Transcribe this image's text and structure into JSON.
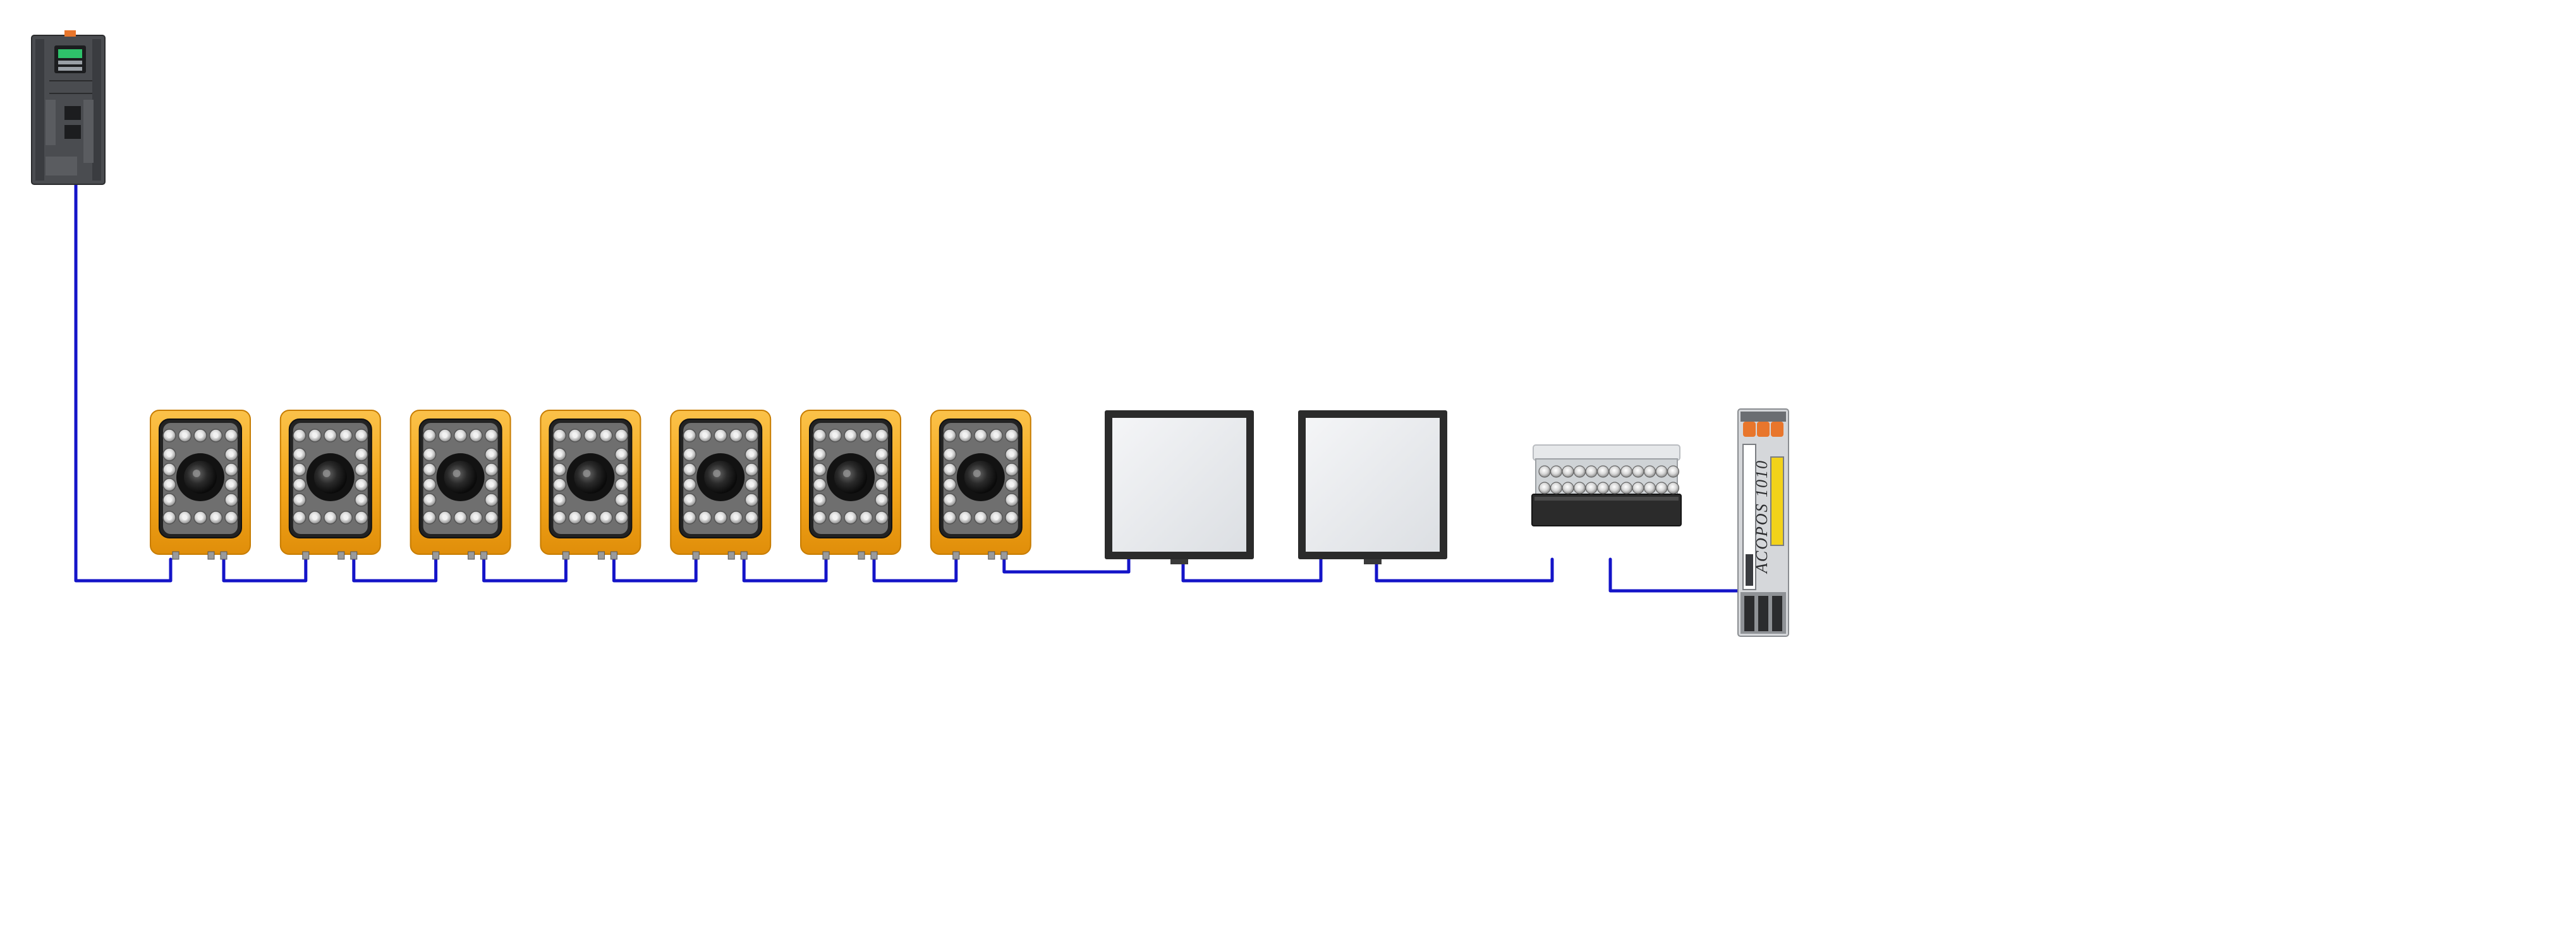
{
  "diagram": {
    "wire_color": "#1414c8",
    "camera_color": "#f5a81c",
    "panel_frame_color": "#2b2b2b",
    "panel_face_color": "#eceef0",
    "controller_body_color": "#4a4c50",
    "drive_accent_color": "#e8762c",
    "drive_label_color": "#f2d21a",
    "camera_count": 7,
    "backlight_count": 2,
    "devices": [
      {
        "kind": "controller",
        "icon": "ethernet-controller-icon",
        "count": 1
      },
      {
        "kind": "smart-camera",
        "icon": "smart-camera-icon",
        "count": 7
      },
      {
        "kind": "backlight-panel",
        "icon": "backlight-panel-icon",
        "count": 2
      },
      {
        "kind": "led-bar-light",
        "icon": "led-bar-light-icon",
        "count": 1
      },
      {
        "kind": "servo-drive",
        "icon": "servo-drive-icon",
        "count": 1
      }
    ],
    "drive_vertical_text": "ACOPOS 1010"
  }
}
